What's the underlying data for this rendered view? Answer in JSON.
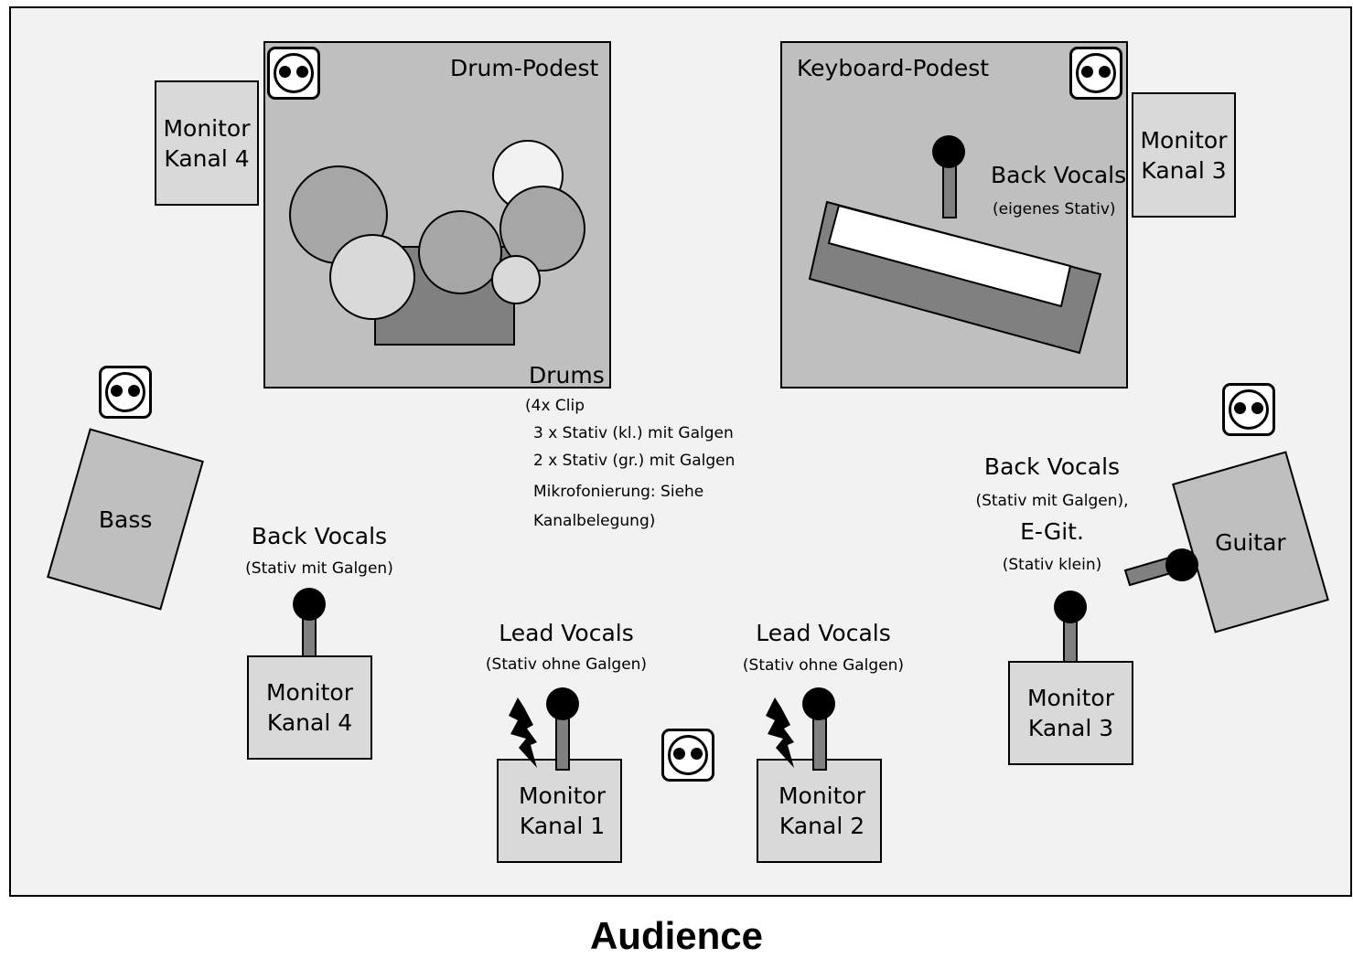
{
  "drum_riser": {
    "title": "Drum-Podest",
    "drums_label": "Drums",
    "notes": [
      "(4x Clip",
      "3 x Stativ (kl.) mit Galgen",
      "2 x Stativ (gr.) mit Galgen",
      "Mikrofonierung: Siehe",
      "Kanalbelegung)"
    ]
  },
  "keyboard_riser": {
    "title": "Keyboard-Podest",
    "back_vocals": "Back Vocals",
    "back_vocals_note": "(eigenes Stativ)"
  },
  "monitors": {
    "drum_monitor": [
      "Monitor",
      "Kanal 4"
    ],
    "keys_monitor": [
      "Monitor",
      "Kanal 3"
    ],
    "bass_monitor": [
      "Monitor",
      "Kanal 4"
    ],
    "lead1_monitor": [
      "Monitor",
      "Kanal 1"
    ],
    "lead2_monitor": [
      "Monitor",
      "Kanal 2"
    ],
    "guitar_monitor": [
      "Monitor",
      "Kanal 3"
    ]
  },
  "bass": {
    "label": "Bass",
    "back_vocals": "Back Vocals",
    "note": "(Stativ mit Galgen)"
  },
  "lead1": {
    "label": "Lead Vocals",
    "note": "(Stativ ohne Galgen)"
  },
  "lead2": {
    "label": "Lead Vocals",
    "note": "(Stativ ohne Galgen)"
  },
  "guitar": {
    "label": "Guitar",
    "back_vocals": "Back Vocals",
    "note1": "(Stativ mit Galgen),",
    "egit": "E-Git.",
    "note2": "(Stativ klein)"
  },
  "audience": "Audience",
  "colors": {
    "stage": "#f2f2f2",
    "riser": "#bfbfbf",
    "monitor": "#d9d9d9",
    "drum_dark": "#a6a6a6",
    "drum_light": "#d9d9d9",
    "stand": "#808080"
  }
}
